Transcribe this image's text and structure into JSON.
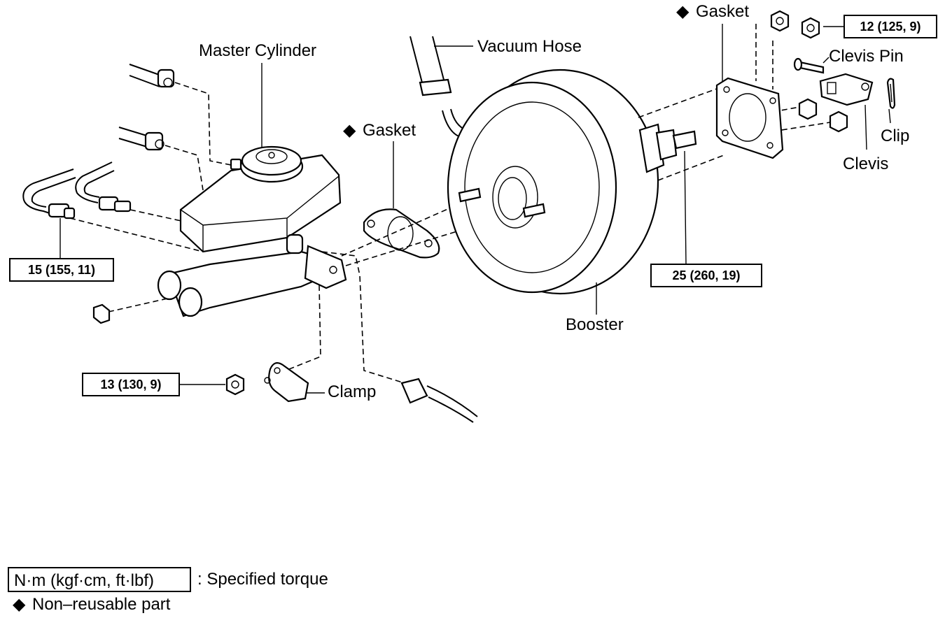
{
  "labels": {
    "master_cylinder": "Master Cylinder",
    "vacuum_hose": "Vacuum Hose",
    "gasket_center": "Gasket",
    "gasket_right": "Gasket",
    "clevis_pin": "Clevis Pin",
    "clip": "Clip",
    "clevis": "Clevis",
    "booster": "Booster",
    "clamp": "Clamp"
  },
  "non_reusable_marker": "◆",
  "torques": {
    "brake_lines": "15 (155, 11)",
    "clevis_nut": "12 (125, 9)",
    "booster_nut": "25 (260, 19)",
    "clamp_nut": "13 (130, 9)"
  },
  "legend": {
    "torque_box": "N·m (kgf·cm, ft·lbf)",
    "torque_text": ": Specified torque",
    "non_reusable_text": "Non–reusable part"
  }
}
